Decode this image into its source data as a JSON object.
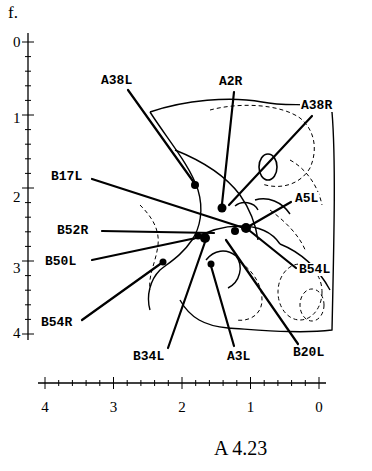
{
  "diagram": {
    "labels": [
      "f.",
      "0",
      "1",
      "2",
      "3",
      "4",
      "4",
      "3",
      "2",
      "1",
      "0",
      "A 4.23",
      "A38L",
      "A2R",
      "A38R",
      "B17L",
      "A5L",
      "B52R",
      "B50L",
      "B54L",
      "B54R",
      "B20L",
      "B34L",
      "A3L"
    ]
  }
}
